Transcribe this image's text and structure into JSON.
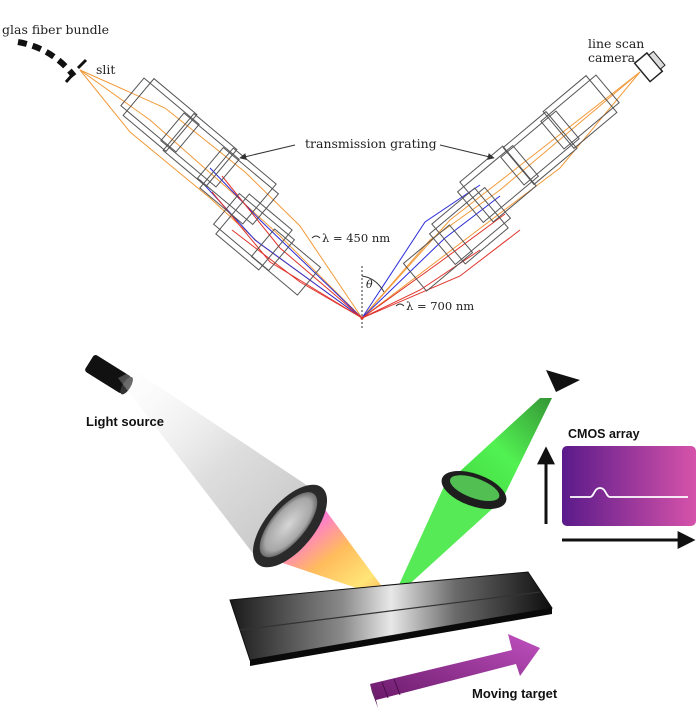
{
  "top_diagram": {
    "fiber_label": "glas fiber bundle",
    "slit_label": "slit",
    "camera_label_line1": "line scan",
    "camera_label_line2": "camera",
    "grating_label": "transmission grating",
    "lambda_short": "λ = 450 nm",
    "lambda_long": "λ = 700 nm",
    "angle_symbol": "θ",
    "colors": {
      "short": "#2b2bd8",
      "long": "#e0332b",
      "mid": "#f29a3a",
      "lens": "#555555"
    }
  },
  "bottom_diagram": {
    "light_source_label": "Light source",
    "cmos_label": "CMOS array",
    "target_label": "Moving target",
    "colors": {
      "beam_green": "#39e23a",
      "cmos_start": "#5a1a8a",
      "cmos_end": "#d050a8",
      "arrow": "#a23aa8"
    }
  }
}
